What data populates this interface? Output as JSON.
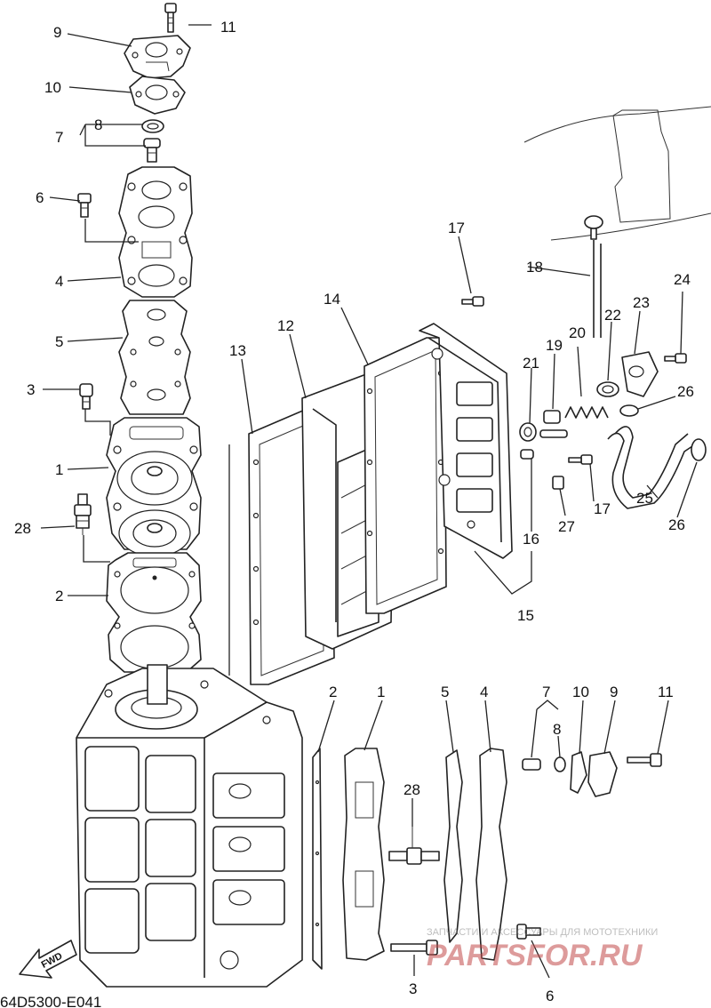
{
  "diagram_code": "64D5300-E041",
  "fwd_label": "FWD",
  "watermark": {
    "caption": "ЗАПЧАСТИ И АКСЕССУАРЫ ДЛЯ МОТОТЕХНИКИ",
    "logo_text": "PARTSFOR.RU"
  },
  "part_numbers": {
    "p1": "1",
    "p2": "2",
    "p3": "3",
    "p4": "4",
    "p5": "5",
    "p6": "6",
    "p7": "7",
    "p8": "8",
    "p9": "9",
    "p10": "10",
    "p11": "11",
    "p12": "12",
    "p13": "13",
    "p14": "14",
    "p15": "15",
    "p16": "16",
    "p17": "17",
    "p18": "18",
    "p19": "19",
    "p20": "20",
    "p21": "21",
    "p22": "22",
    "p23": "23",
    "p24": "24",
    "p25": "25",
    "p26": "26",
    "p27": "27",
    "p28": "28"
  }
}
